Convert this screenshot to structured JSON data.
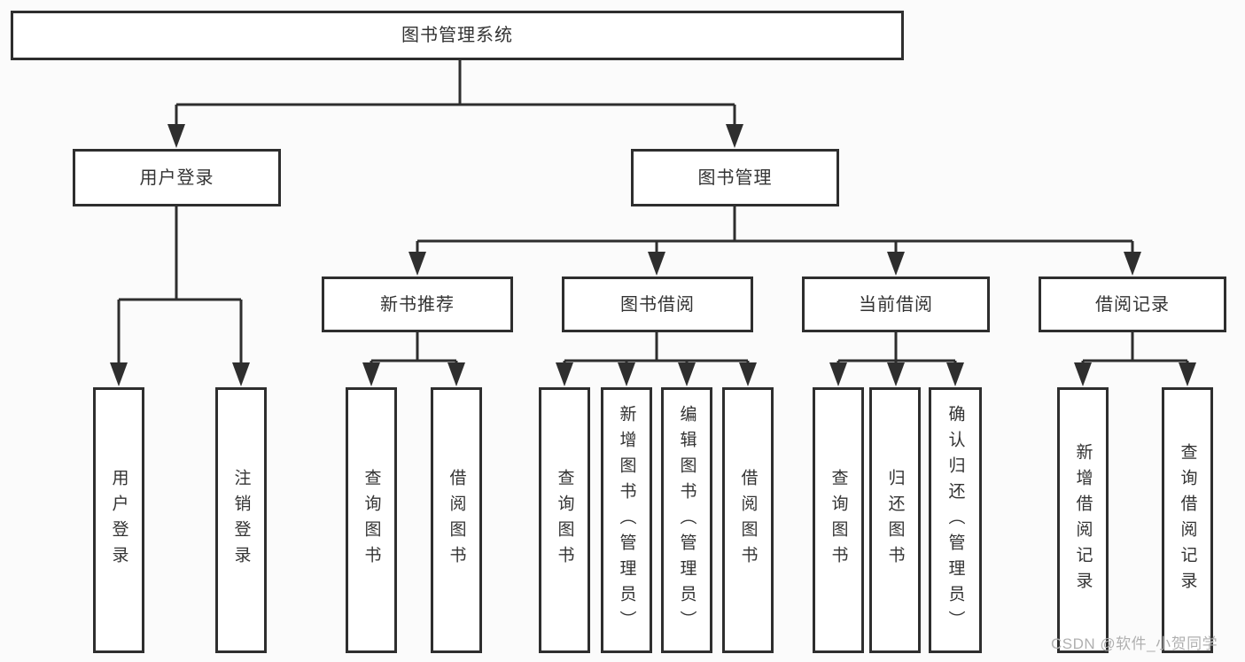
{
  "tree": {
    "root": {
      "label": "图书管理系统"
    },
    "branches": [
      {
        "label": "用户登录",
        "children": [
          "用户登录",
          "注销登录"
        ]
      },
      {
        "label": "图书管理",
        "sections": [
          {
            "label": "新书推荐",
            "children": [
              "查询图书",
              "借阅图书"
            ]
          },
          {
            "label": "图书借阅",
            "children": [
              "查询图书",
              "新增图书（管理员）",
              "编辑图书（管理员）",
              "借阅图书"
            ]
          },
          {
            "label": "当前借阅",
            "children": [
              "查询图书",
              "归还图书",
              "确认归还（管理员）"
            ]
          },
          {
            "label": "借阅记录",
            "children": [
              "新增借阅记录",
              "查询借阅记录"
            ]
          }
        ]
      }
    ]
  },
  "watermark": "CSDN @软件_小贺同学",
  "colors": {
    "line": "#2e2e2e",
    "text": "#333333",
    "watermark": "#b0b0b0",
    "background": "#fbfbfb"
  }
}
